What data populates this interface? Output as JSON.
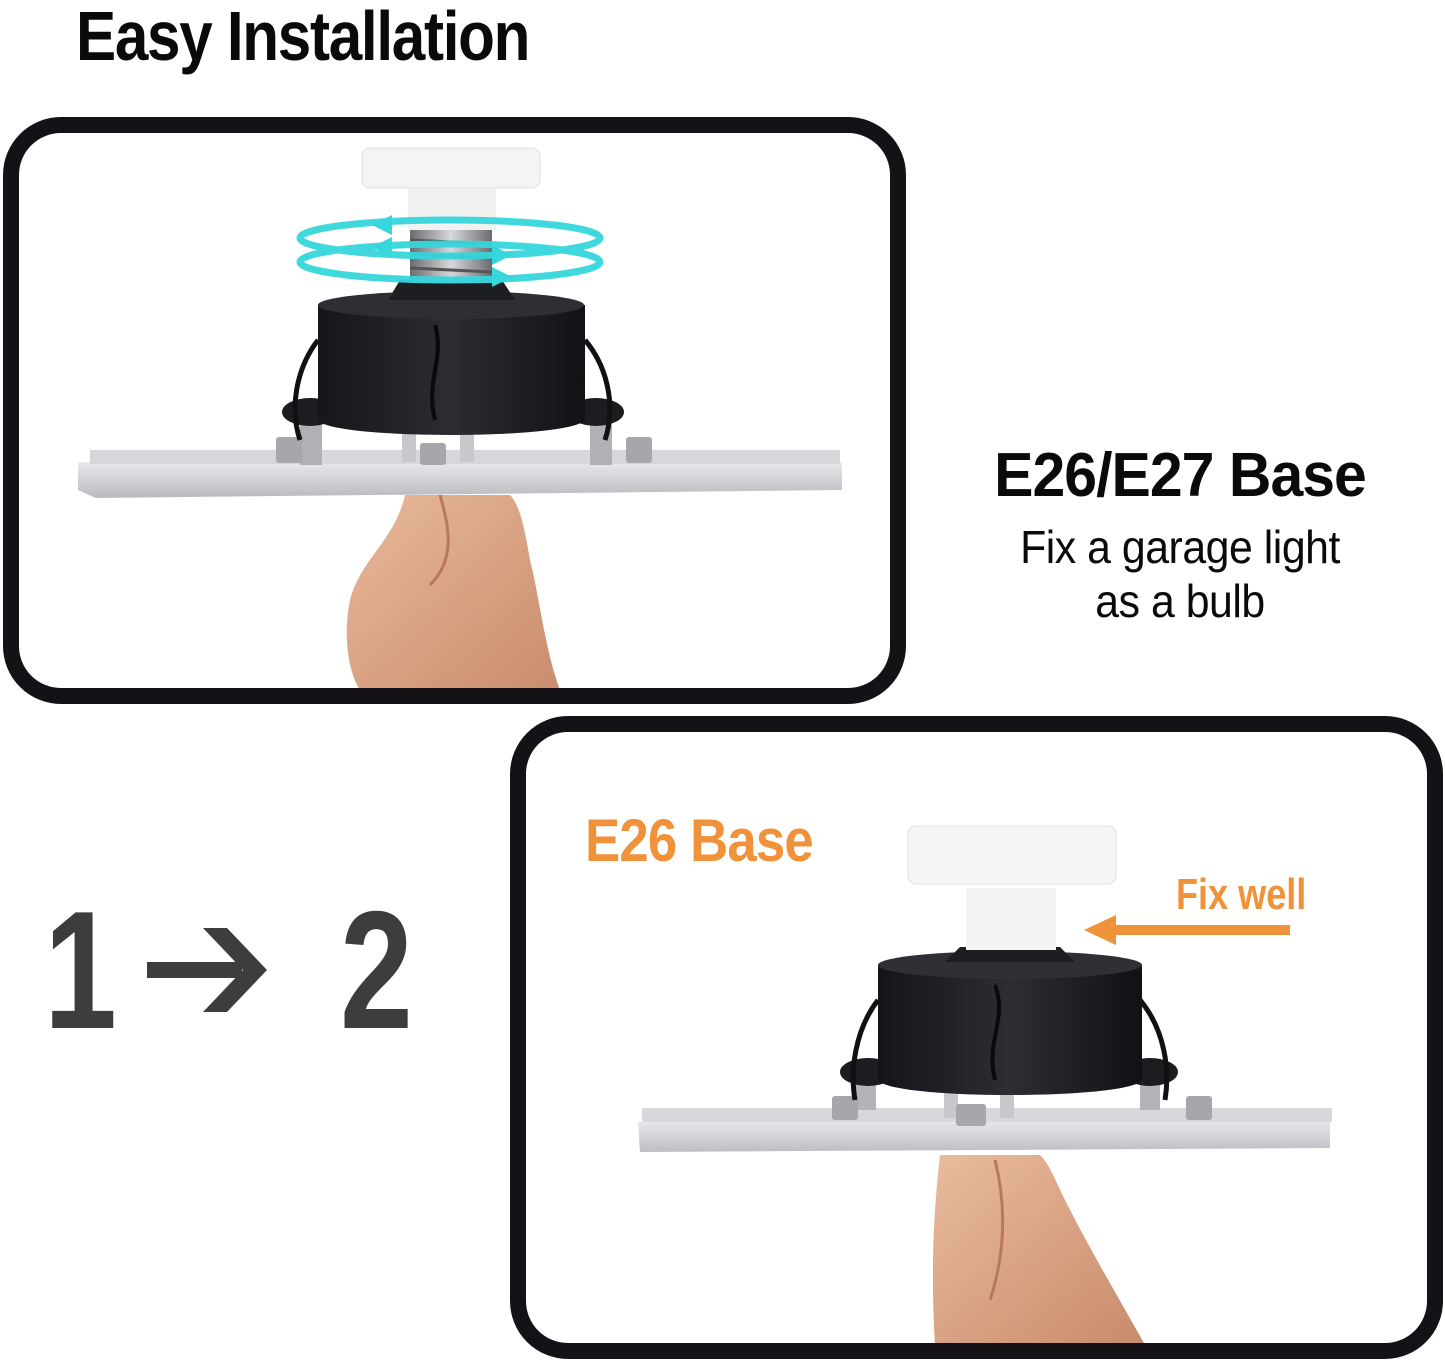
{
  "header": {
    "title": "Easy Installation"
  },
  "panel_1": {
    "image_alt": "Hand screwing an E26 adapter into a deformable garage LED light with cyan rotation arrows",
    "rotation_indicator_color": "#35d6dc"
  },
  "spec": {
    "title": "E26/E27 Base",
    "description_line_1": "Fix a garage light",
    "description_line_2": "as a bulb"
  },
  "steps": {
    "from": "1",
    "to": "2",
    "arrow_icon": "right-arrow-icon"
  },
  "panel_2": {
    "image_alt": "Garage LED light held by hand with E26 adapter fixed in place",
    "base_label": "E26 Base",
    "fix_label": "Fix well",
    "accent_color": "#f0923a"
  },
  "colors": {
    "frame": "#141216",
    "text": "#0a0a0a",
    "steps": "#3d3d3f",
    "accent": "#f0923a",
    "rotation": "#35d6dc"
  }
}
